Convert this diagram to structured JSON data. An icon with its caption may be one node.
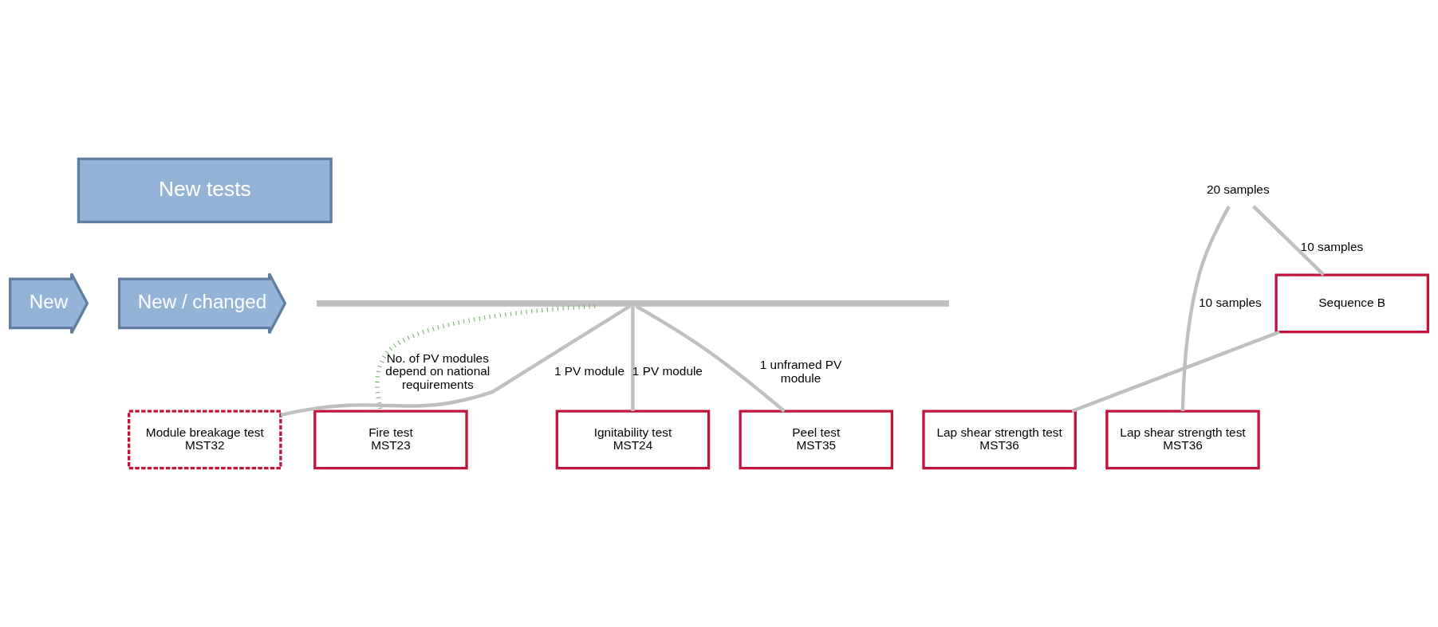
{
  "diagram": {
    "nodes": [
      {
        "text": [
          "New tests"
        ]
      },
      {
        "text": [
          "New"
        ]
      },
      {
        "text": [
          "20 samples"
        ]
      },
      {
        "text": [],
        "shape": "bar"
      },
      {
        "text": [
          "Fire test",
          "MST23"
        ]
      },
      {
        "text": [
          "Module breakage test",
          "MST32"
        ]
      },
      {
        "text": [
          "Ignitability test",
          "MST24"
        ]
      },
      {
        "text": [
          "Peel test",
          "MST35"
        ]
      },
      {
        "text": [
          "Sequence B"
        ]
      },
      {
        "text": [
          "Lap shear strength test",
          "MST36"
        ]
      },
      {
        "text": [
          "Lap shear strength test",
          "MST36"
        ]
      },
      {
        "text": [
          "New / changed"
        ]
      }
    ],
    "edges": [
      {
        "from": 3,
        "to": 4,
        "arrow": "none",
        "label": "No. of PV modules depend on national requirements",
        "style": "dashed",
        "color": "#77b36b"
      },
      {
        "from": 3,
        "to": 5,
        "arrow": "none",
        "label": "1 PV module"
      },
      {
        "from": 3,
        "to": 6,
        "arrow": "none",
        "label": "1 PV module"
      },
      {
        "from": 3,
        "to": 7,
        "arrow": "none",
        "label": "1 unframed PV module"
      },
      {
        "from": 2,
        "to": 9,
        "arrow": "none",
        "label": "10 samples"
      },
      {
        "from": 2,
        "to": 8,
        "arrow": "none",
        "label": "10 samples"
      },
      {
        "from": 8,
        "to": 10,
        "arrow": "none"
      }
    ]
  }
}
